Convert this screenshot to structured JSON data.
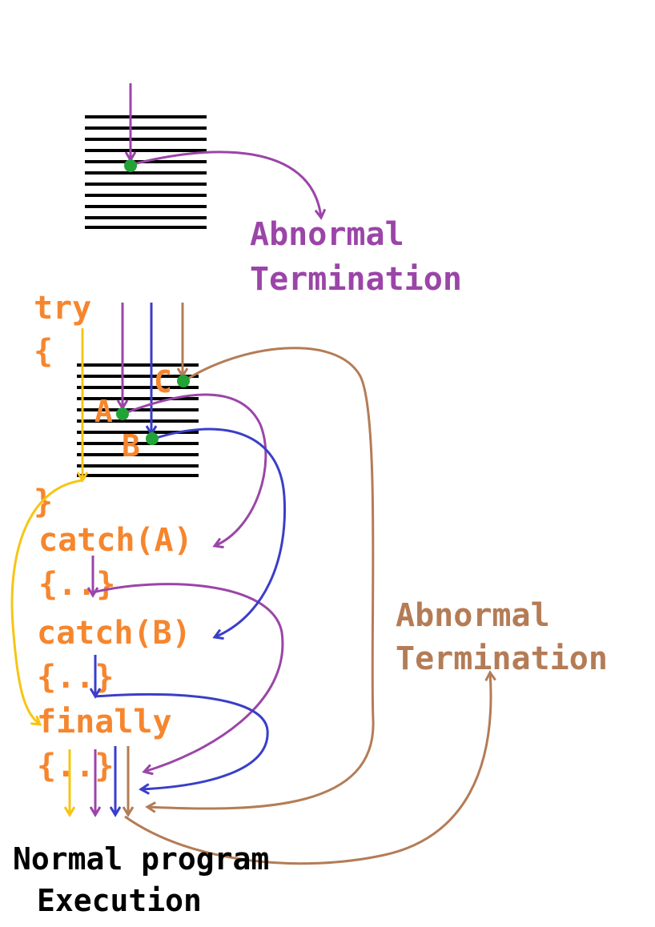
{
  "labels": {
    "abnormal_top_line1": "Abnormal",
    "abnormal_top_line2": "Termination",
    "abnormal_right_line1": "Abnormal",
    "abnormal_right_line2": "Termination",
    "normal_line1": "Normal program",
    "normal_line2": "Execution"
  },
  "code": {
    "try_kw": "try",
    "open_brace": "{",
    "close_brace": "}",
    "catch_a": "catch(A)",
    "catch_a_body": "{..}",
    "catch_b": "catch(B)",
    "catch_b_body": "{..}",
    "finally_kw": "finally",
    "finally_body": "{..}"
  },
  "points": {
    "a": "A",
    "b": "B",
    "c": "C"
  },
  "colors": {
    "purple": "#9b45a8",
    "blue": "#3a3ec8",
    "brown": "#b47c56",
    "yellow": "#f6c514",
    "orange": "#f6862e",
    "green": "#21a336",
    "black": "#000000"
  }
}
